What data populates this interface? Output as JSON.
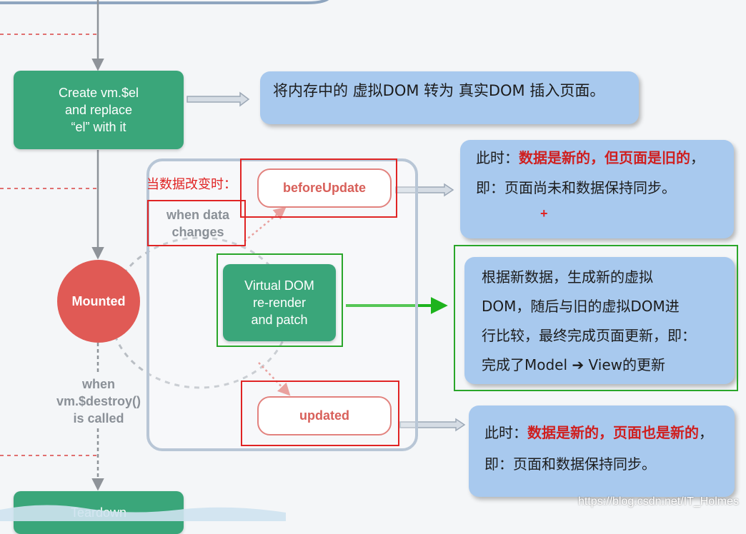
{
  "steps": {
    "create_el": "Create vm.$el\nand replace\n“el” with it",
    "mounted": "Mounted",
    "virtual_dom": "Virtual DOM\nre-render\nand patch",
    "teardown": "Teardown"
  },
  "hooks": {
    "before_update": "beforeUpdate",
    "updated": "updated"
  },
  "labels": {
    "when_data_changes": "when data\nchanges",
    "when_destroy": "when\nvm.$destroy()\nis called"
  },
  "annotations": {
    "data_change_zh": "当数据改变时：",
    "plus": "+"
  },
  "notes": {
    "mount_note": "将内存中的 虚拟DOM 转为 真实DOM 插入页面。",
    "before_update": {
      "prefix": "此时：",
      "data_new": "数据是新的",
      "comma": "，",
      "page_old": "但页面是旧的",
      "rest": "，即：页面尚未和数据保持同步。"
    },
    "rerender": {
      "line1": "根据新数据，生成新的虚拟",
      "line2": "DOM，随后与旧的虚拟DOM进",
      "line3": "行比较，最终完成页面更新，即：",
      "line4": "完成了Model ➔ View的更新"
    },
    "updated": {
      "prefix": "此时：",
      "data_new": "数据是新的",
      "comma": "，",
      "page_new": "页面也是新的",
      "rest": "，即：页面和数据保持同步。"
    }
  },
  "watermark": "https://blog.csdn.net/IT_Holmes",
  "colors": {
    "green": "#3aa67a",
    "mounted_red": "#e05a55",
    "note_blue": "#a8c9ee",
    "highlight_red": "#e02424",
    "frame_green": "#2aa62a"
  }
}
